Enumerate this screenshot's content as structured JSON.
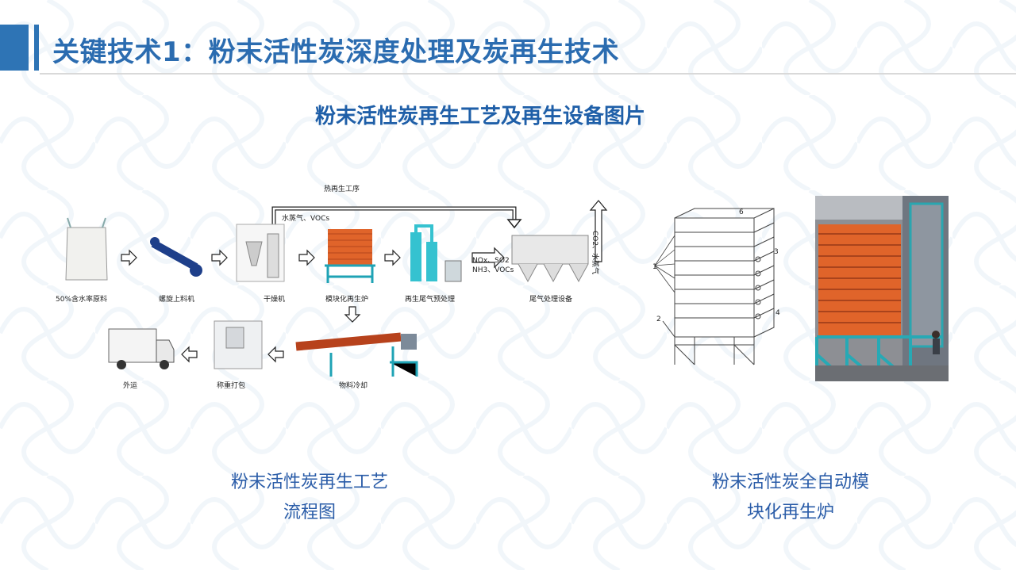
{
  "header": {
    "title": "关键技术1：粉末活性炭深度处理及炭再生技术"
  },
  "subtitle": "粉末活性炭再生工艺及再生设备图片",
  "diagram": {
    "top_label": "热再生工序",
    "vapor_label": "水蒸气、VOCs",
    "gas_label_1": "NOx、SO2",
    "gas_label_2": "NH3、VOCs",
    "co2_label": "CO2、水蒸气",
    "steps": [
      {
        "label": "50%含水率原料"
      },
      {
        "label": "螺旋上料机"
      },
      {
        "label": "干燥机"
      },
      {
        "label": "模块化再生炉"
      },
      {
        "label": "再生尾气预处理"
      },
      {
        "label": "尾气处理设备"
      },
      {
        "label": "物料冷却"
      },
      {
        "label": "称重打包"
      },
      {
        "label": "外运"
      }
    ]
  },
  "drawing_labels": [
    "6",
    "3",
    "1",
    "2",
    "4"
  ],
  "captions": {
    "left_line1": "粉末活性炭再生工艺",
    "left_line2": "流程图",
    "right_line1": "粉末活性炭全自动模",
    "right_line2": "块化再生炉"
  },
  "colors": {
    "accent": "#2e74b5",
    "title": "#2b6cb0",
    "caption": "#2a5ca8",
    "furnace": "#e0642a",
    "frame": "#1fa3b5"
  }
}
